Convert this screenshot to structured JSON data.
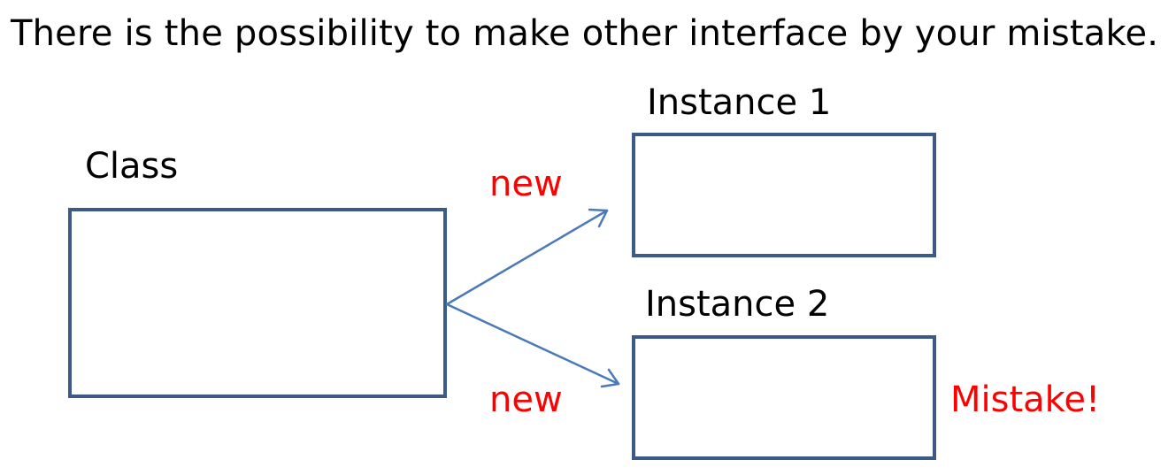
{
  "heading": "There is the possibility to make other interface by your mistake.",
  "diagram": {
    "class_label": "Class",
    "instance1_label": "Instance 1",
    "instance2_label": "Instance 2",
    "arrow1_label": "new",
    "arrow2_label": "new",
    "mistake_label": "Mistake!"
  },
  "colors": {
    "box_border": "#3a5a8a",
    "arrow": "#4a7ab8",
    "highlight_text": "#ff0000"
  }
}
